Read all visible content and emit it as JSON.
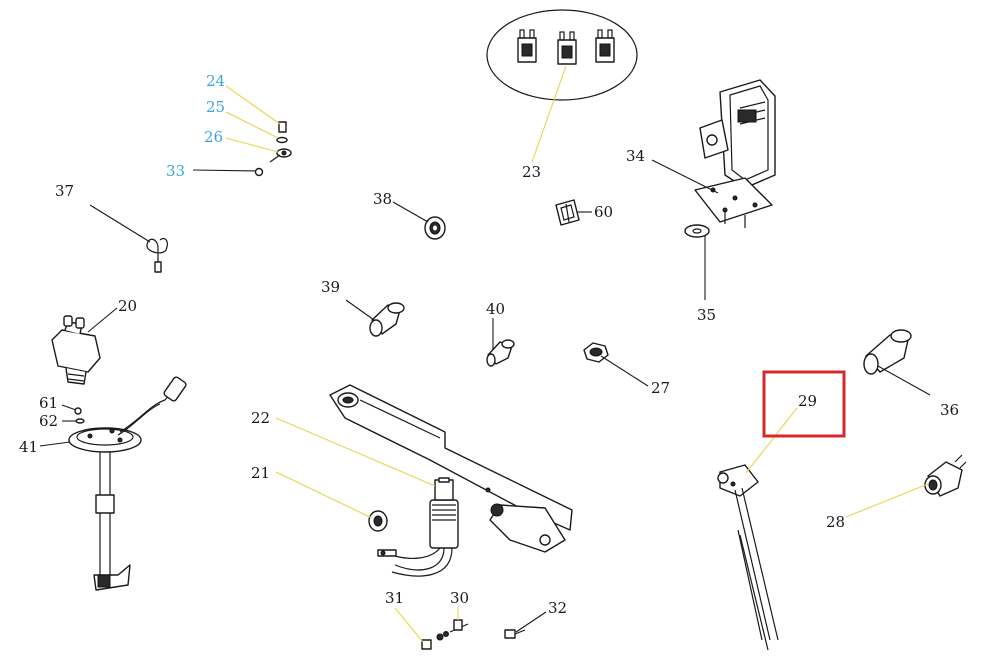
{
  "colors": {
    "label_default": "#1a1a1a",
    "label_highlight": "#3aa5e0",
    "leader_yellow": "#e8d54a",
    "leader_dark": "#1a1a1a",
    "highlight_box": "#d62a2a"
  },
  "callouts": [
    {
      "id": "24",
      "text": "24",
      "color": "blue"
    },
    {
      "id": "25",
      "text": "25",
      "color": "blue"
    },
    {
      "id": "26",
      "text": "26",
      "color": "blue"
    },
    {
      "id": "33",
      "text": "33",
      "color": "blue"
    },
    {
      "id": "23",
      "text": "23",
      "color": "default"
    },
    {
      "id": "34",
      "text": "34",
      "color": "default"
    },
    {
      "id": "37",
      "text": "37",
      "color": "default"
    },
    {
      "id": "38",
      "text": "38",
      "color": "default"
    },
    {
      "id": "60",
      "text": "60",
      "color": "default"
    },
    {
      "id": "35",
      "text": "35",
      "color": "default"
    },
    {
      "id": "20",
      "text": "20",
      "color": "default"
    },
    {
      "id": "39",
      "text": "39",
      "color": "default"
    },
    {
      "id": "40",
      "text": "40",
      "color": "default"
    },
    {
      "id": "27",
      "text": "27",
      "color": "default"
    },
    {
      "id": "36",
      "text": "36",
      "color": "default"
    },
    {
      "id": "29",
      "text": "29",
      "color": "default"
    },
    {
      "id": "61",
      "text": "61",
      "color": "default"
    },
    {
      "id": "62",
      "text": "62",
      "color": "default"
    },
    {
      "id": "41",
      "text": "41",
      "color": "default"
    },
    {
      "id": "22",
      "text": "22",
      "color": "default"
    },
    {
      "id": "21",
      "text": "21",
      "color": "default"
    },
    {
      "id": "28",
      "text": "28",
      "color": "default"
    },
    {
      "id": "31",
      "text": "31",
      "color": "default"
    },
    {
      "id": "30",
      "text": "30",
      "color": "default"
    },
    {
      "id": "32",
      "text": "32",
      "color": "default"
    }
  ],
  "highlighted_callout": "29"
}
